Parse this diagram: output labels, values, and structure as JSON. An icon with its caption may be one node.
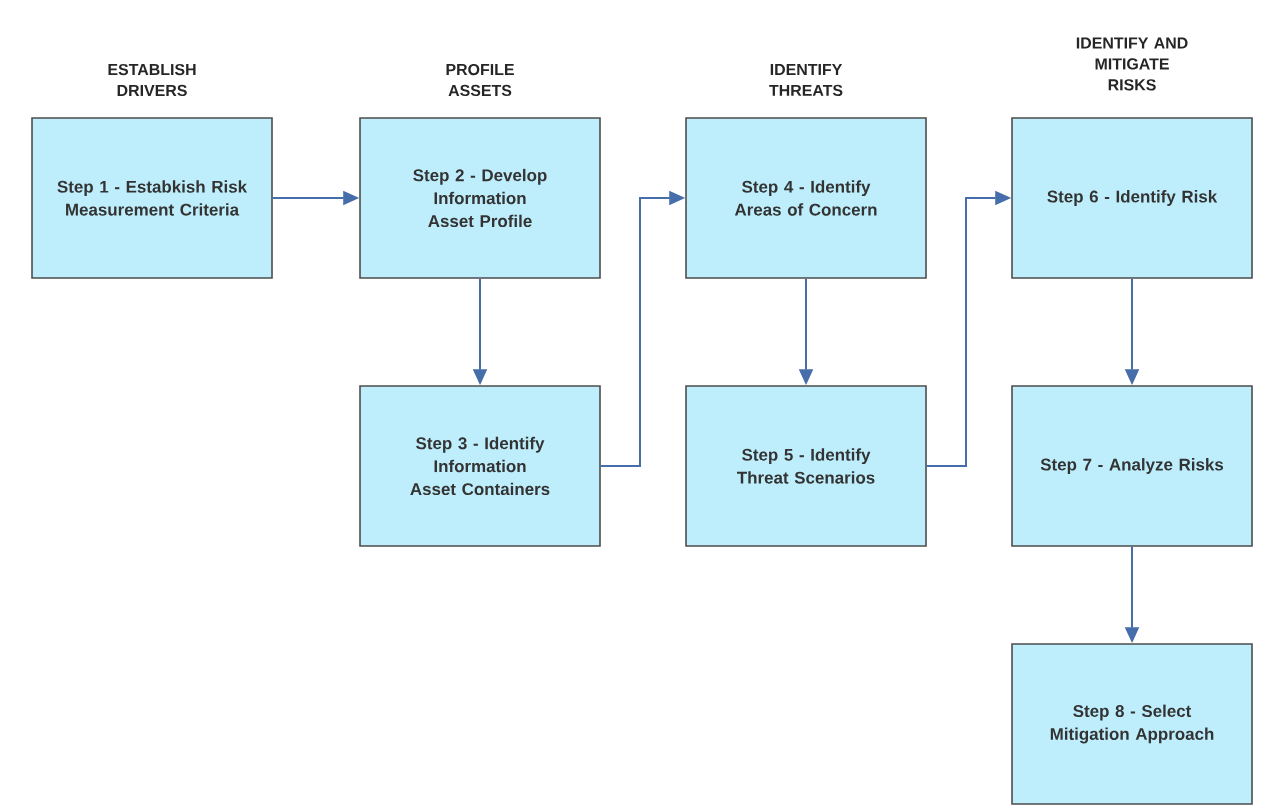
{
  "diagram": {
    "nodes": [
      {
        "text": [
          "Step 1 - Estabkish Risk Measurement Criteria"
        ]
      },
      {
        "text": [
          "Step 2 - Develop Information Asset Profile"
        ]
      },
      {
        "text": [
          "Step 3 - Identify Information Asset Containers"
        ]
      },
      {
        "text": [
          "Step 4 - Identify Areas of Concern"
        ]
      },
      {
        "text": [
          "Step 5 - Identify Threat Scenarios"
        ]
      },
      {
        "text": [
          "Step 6 - Identify Risk"
        ]
      },
      {
        "text": [
          "Step 7 - Analyze Risks"
        ]
      },
      {
        "text": [
          "Step 8 - Select Mitigation Approach"
        ]
      }
    ],
    "edges": [
      {
        "from": 0,
        "to": 1,
        "arrow": "to"
      },
      {
        "from": 1,
        "to": 2,
        "arrow": "to"
      },
      {
        "from": 2,
        "to": 3,
        "arrow": "to"
      },
      {
        "from": 3,
        "to": 4,
        "arrow": "to"
      },
      {
        "from": 4,
        "to": 5,
        "arrow": "to"
      },
      {
        "from": 5,
        "to": 6,
        "arrow": "to"
      },
      {
        "from": 6,
        "to": 7,
        "arrow": "to"
      }
    ],
    "labels": [
      "ESTABLISH DRIVERS",
      "PROFILE ASSETS",
      "IDENTIFY THREATS",
      "IDENTIFY AND MITIGATE RISKS"
    ]
  }
}
